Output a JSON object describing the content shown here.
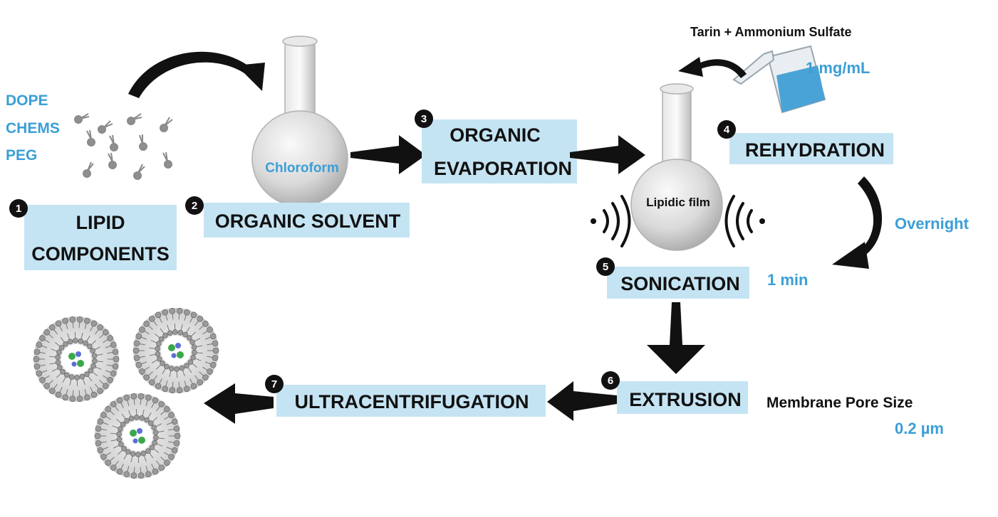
{
  "lipids": {
    "line1": "DOPE",
    "line2": "CHEMS",
    "line3": "PEG"
  },
  "steps": {
    "s1": {
      "num": "1",
      "line1": "LIPID",
      "line2": "COMPONENTS"
    },
    "s2": {
      "num": "2",
      "label": "ORGANIC SOLVENT"
    },
    "s3": {
      "num": "3",
      "line1": "ORGANIC",
      "line2": "EVAPORATION"
    },
    "s4": {
      "num": "4",
      "label": "REHYDRATION"
    },
    "s5": {
      "num": "5",
      "label": "SONICATION"
    },
    "s6": {
      "num": "6",
      "label": "EXTRUSION"
    },
    "s7": {
      "num": "7",
      "label": "ULTRACENTRIFUGATION"
    }
  },
  "flask_labels": {
    "chloroform": "Chloroform",
    "lipidic_film": "Lipidic film"
  },
  "notes": {
    "tarin": "Tarin + Ammonium Sulfate",
    "concentration": "1 mg/mL",
    "overnight": "Overnight",
    "sonication_time": "1 min",
    "pore_title": "Membrane Pore  Size",
    "pore_value": "0.2 µm"
  },
  "colors": {
    "accent_blue": "#3a9fd6",
    "label_box": "#c5e4f3",
    "arrow": "#111111"
  }
}
